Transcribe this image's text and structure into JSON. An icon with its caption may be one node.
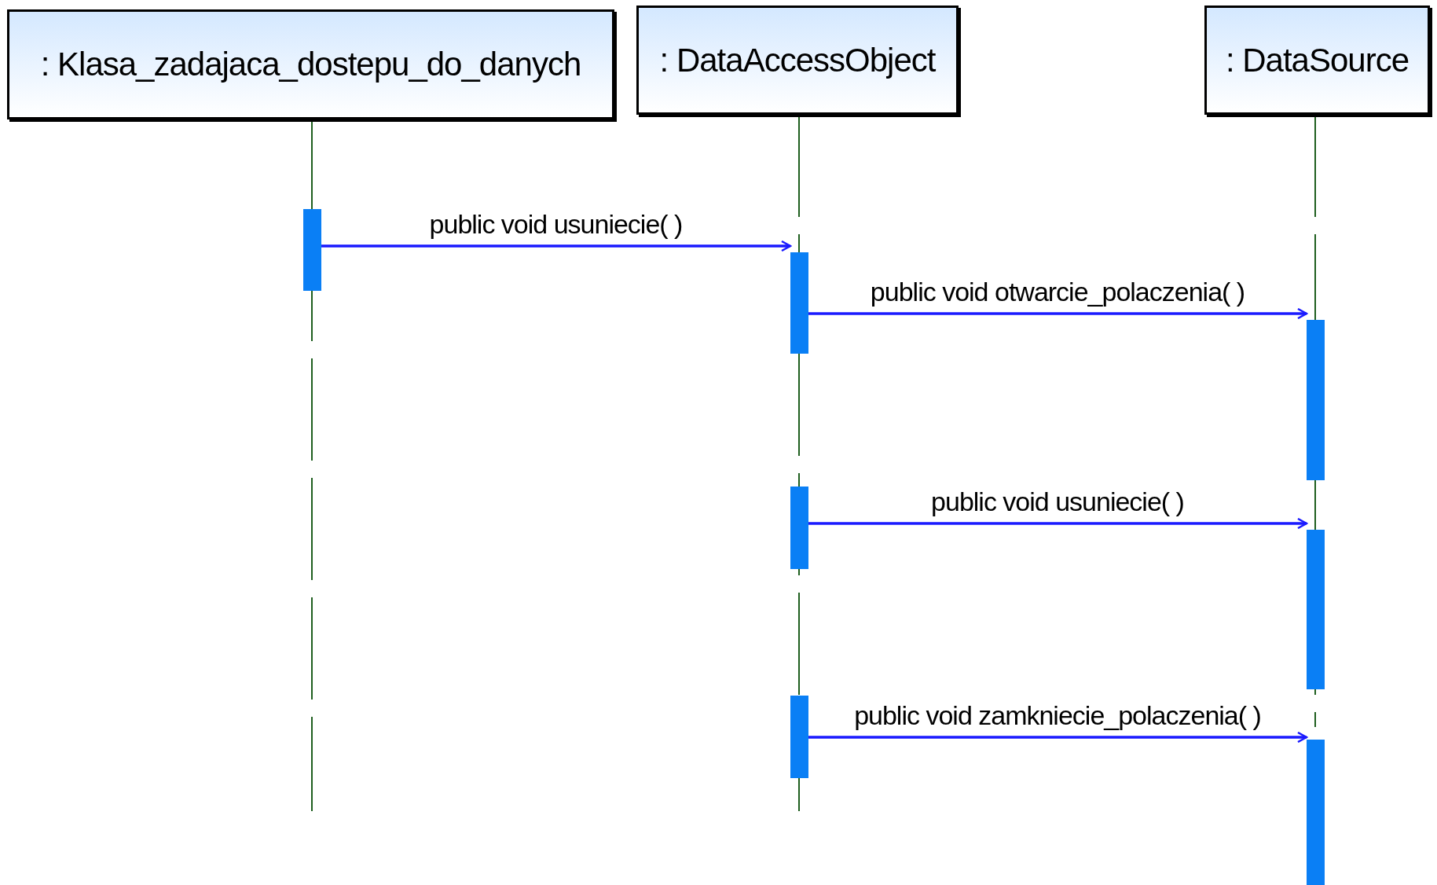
{
  "diagram": {
    "nodes": [
      {
        "text": [
          ": Klasa_zadajaca_dostepu_do_danych"
        ]
      },
      {
        "text": [
          ": DataAccessObject"
        ]
      },
      {
        "text": [
          ": DataSource"
        ]
      },
      {
        "text": [],
        "shape": "bar"
      },
      {
        "text": [],
        "shape": "bar"
      },
      {
        "text": [],
        "shape": "bar"
      },
      {
        "text": [],
        "shape": "bar"
      },
      {
        "text": [],
        "shape": "bar"
      },
      {
        "text": [],
        "shape": "bar"
      },
      {
        "text": [],
        "shape": "bar"
      }
    ],
    "edges": [
      {
        "from": 3,
        "to": 4,
        "arrow": "to",
        "label": "public void usuniecie( )"
      },
      {
        "from": 4,
        "to": 7,
        "arrow": "to",
        "label": "public void otwarcie_polaczenia( )"
      },
      {
        "from": 5,
        "to": 8,
        "arrow": "to",
        "label": "public void usuniecie( )"
      },
      {
        "from": 6,
        "to": 9,
        "arrow": "to",
        "label": "public void zamkniecie_polaczenia( )"
      }
    ]
  }
}
